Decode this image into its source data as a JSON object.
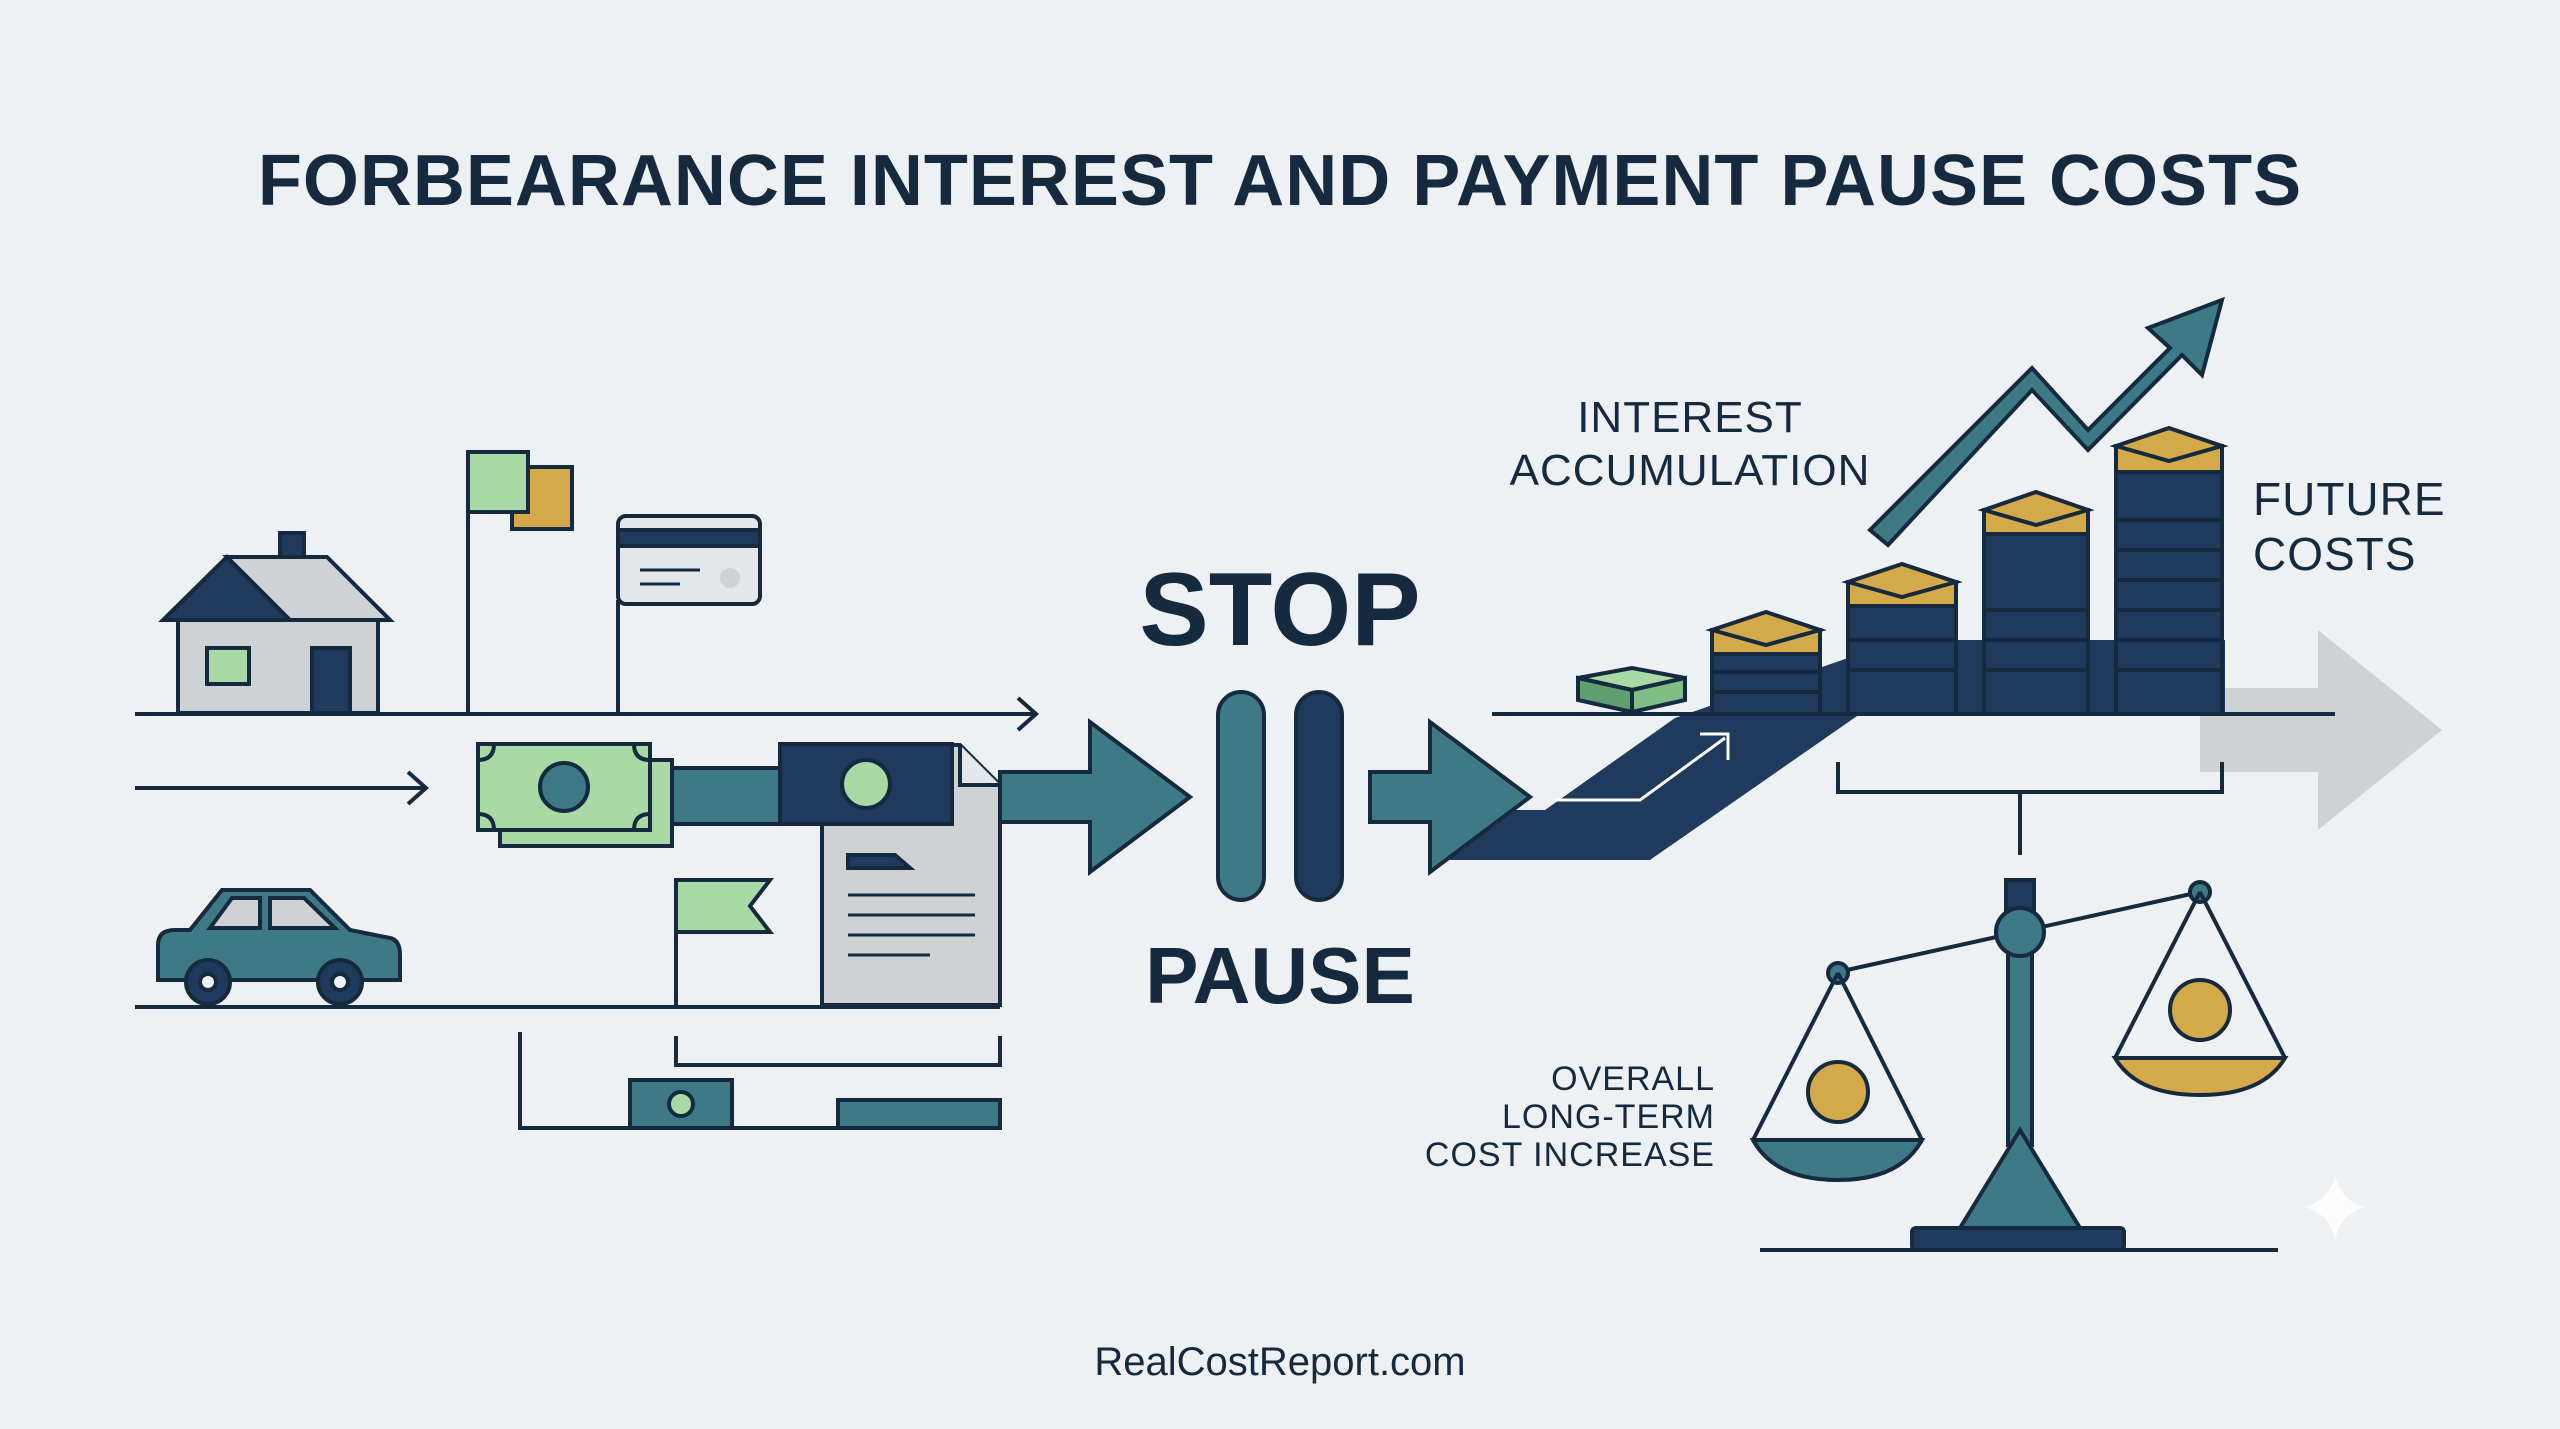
{
  "title": "FORBEARANCE INTEREST AND PAYMENT PAUSE COSTS",
  "labels": {
    "interest_line1": "INTEREST",
    "interest_line2": "ACCUMULATION",
    "future_line1": "FUTURE",
    "future_line2": "COSTS",
    "stop": "STOP",
    "pause": "PAUSE",
    "overall_line1": "OVERALL",
    "overall_line2": "LONG-TERM",
    "overall_line3": "COST INCREASE"
  },
  "footer": "RealCostReport.com",
  "colors": {
    "navy": "#1f3a5c",
    "teal": "#3e7a86",
    "light_green": "#a9d9a5",
    "gold": "#d4a94a",
    "gray": "#cfd2d5",
    "background": "#eef1f3"
  },
  "icons": [
    "house-icon",
    "flag-icon",
    "credit-card-icon",
    "car-icon",
    "cash-icon",
    "document-icon",
    "pause-icon",
    "coin-stack-icon",
    "trend-arrow-icon",
    "balance-scale-icon"
  ]
}
